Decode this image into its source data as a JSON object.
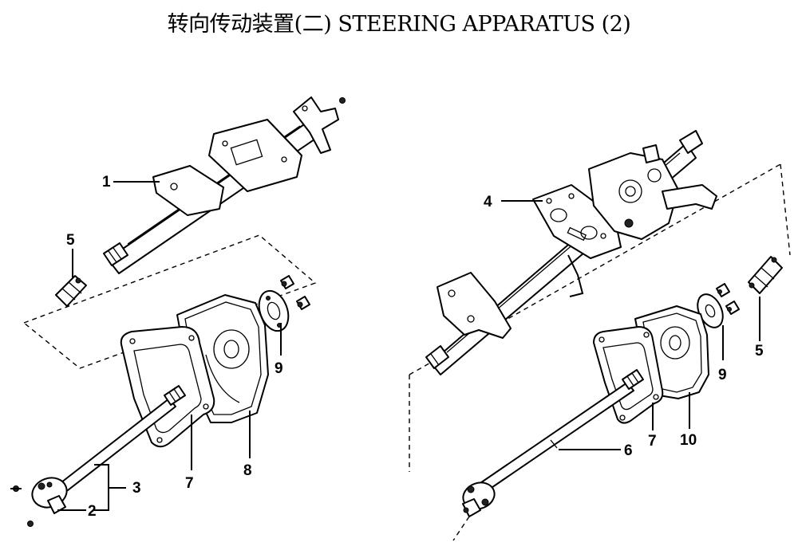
{
  "title": "转向传动装置(二) STEERING APPARATUS (2)",
  "callouts": {
    "left": [
      "1",
      "5",
      "9",
      "7",
      "8",
      "3",
      "2"
    ],
    "right": [
      "4",
      "5",
      "9",
      "7",
      "10",
      "6"
    ]
  }
}
